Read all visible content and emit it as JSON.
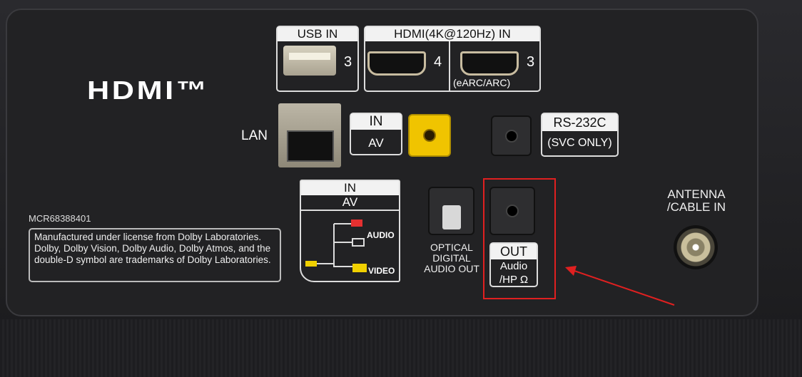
{
  "logo": "HDMI™",
  "usb": {
    "title": "USB IN",
    "number": "3"
  },
  "hdmi": {
    "title": "HDMI(4K@120Hz) IN",
    "port4": "4",
    "port3": "3",
    "port3_note": "(eARC/ARC)"
  },
  "lan": {
    "label": "LAN"
  },
  "av_in": {
    "in": "IN",
    "av": "AV"
  },
  "rs232": {
    "title": "RS-232C",
    "note": "(SVC ONLY)"
  },
  "av_diagram": {
    "in": "IN",
    "av": "AV",
    "audio": "AUDIO",
    "video": "VIDEO"
  },
  "optical": {
    "label_line1": "OPTICAL",
    "label_line2": "DIGITAL",
    "label_line3": "AUDIO OUT"
  },
  "audio_out": {
    "out": "OUT",
    "line1": "Audio",
    "line2": "/HP Ω"
  },
  "antenna": {
    "line1": "ANTENNA",
    "line2": "/CABLE IN"
  },
  "model": "MCR68388401",
  "dolby_notice": "Manufactured under license from Dolby Laboratories. Dolby, Dolby Vision, Dolby Audio, Dolby Atmos, and the double-D symbol are trademarks of Dolby Laboratories.",
  "annotation_color": "#e02020"
}
